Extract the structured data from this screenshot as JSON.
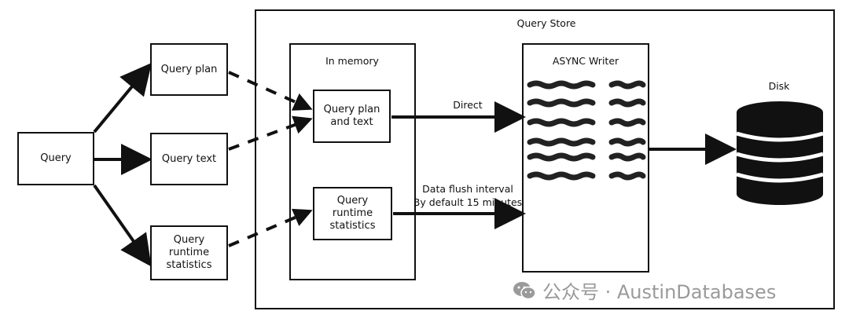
{
  "diagram": {
    "query": "Query",
    "sources": {
      "plan": "Query plan",
      "text": "Query text",
      "runtime": "Query runtime\nstatistics"
    },
    "store": {
      "title": "Query Store",
      "in_memory": {
        "title": "In memory",
        "plan_and_text": "Query plan\nand text",
        "runtime_stats": "Query runtime\nstatistics"
      },
      "async_writer": {
        "title": "ASYNC Writer"
      }
    },
    "edges": {
      "direct": "Direct",
      "flush": "Data flush interval\nBy default 15 minutes"
    },
    "disk": "Disk"
  },
  "watermark": {
    "text": "公众号 · AustinDatabases",
    "icon": "wechat-icon"
  }
}
